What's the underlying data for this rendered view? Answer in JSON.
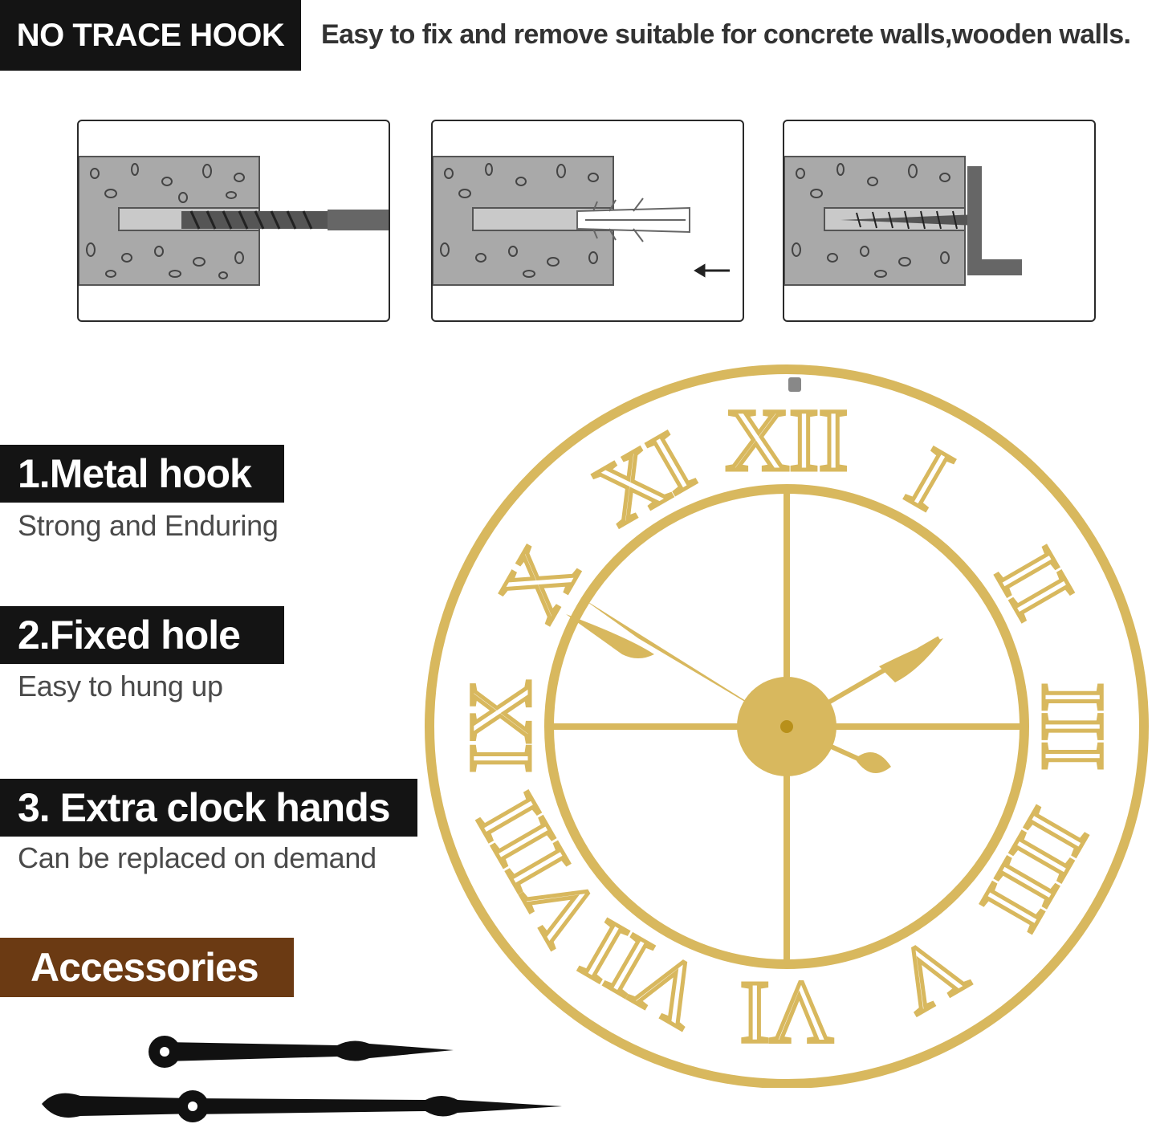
{
  "header": {
    "tag": "NO TRACE HOOK",
    "description": "Easy to fix and remove suitable for concrete walls,wooden walls."
  },
  "features": [
    {
      "title": "1.Metal hook",
      "subtitle": "Strong and Enduring"
    },
    {
      "title": "2.Fixed hole",
      "subtitle": "Easy to hung up"
    },
    {
      "title": "3. Extra clock hands",
      "subtitle": "Can be replaced on demand"
    }
  ],
  "accessories": {
    "title": "Accessories"
  },
  "steps": [
    {
      "icon": "drill-bit-icon"
    },
    {
      "icon": "wall-anchor-icon"
    },
    {
      "icon": "screw-hook-icon"
    }
  ],
  "clock": {
    "numerals": [
      "XII",
      "I",
      "II",
      "III",
      "IIII",
      "V",
      "VI",
      "VII",
      "VIII",
      "IX",
      "X",
      "XI"
    ],
    "color": "#d8b85e"
  },
  "colors": {
    "label_bg": "#141414",
    "accessories_bg": "#6b3a13",
    "gold": "#d8b85e"
  }
}
